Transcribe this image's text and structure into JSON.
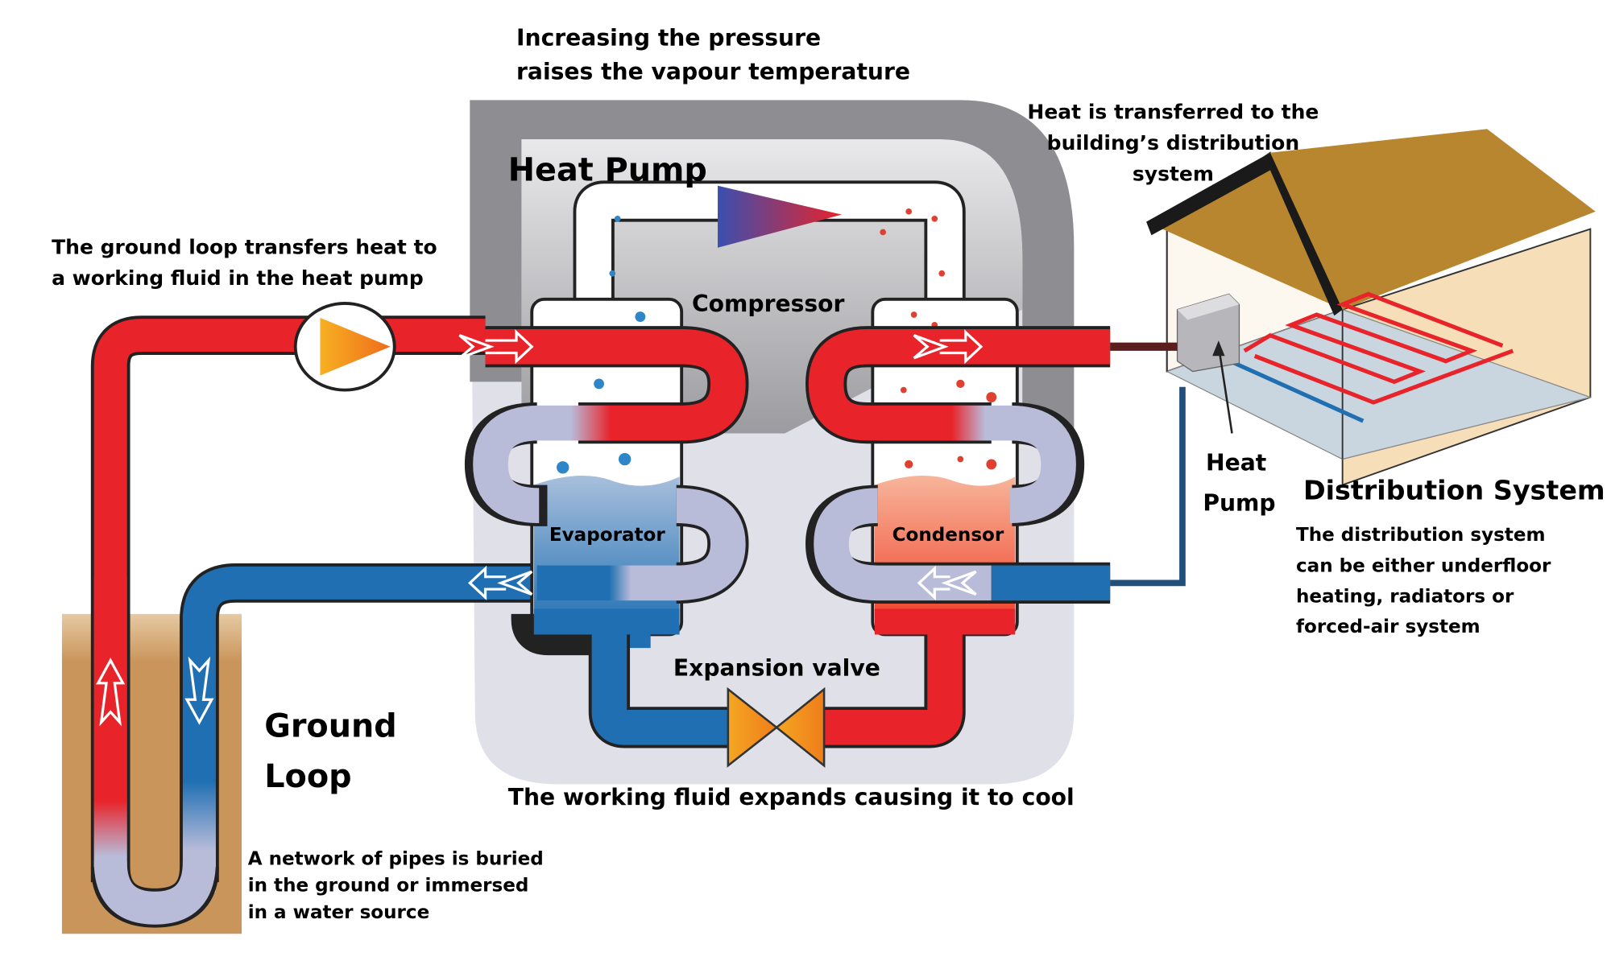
{
  "title": "Heat Pump",
  "annotations": {
    "pressure": [
      "Increasing the pressure",
      "raises the vapour temperature"
    ],
    "heat_transfer": [
      "Heat is transferred to the",
      "building’s distribution",
      "system"
    ],
    "ground_loop_transfer": [
      "The ground loop transfers heat to",
      "a working fluid in the heat pump"
    ],
    "expansion_cool": "The working fluid expands causing it to cool",
    "ground_network": [
      "A network of pipes is buried",
      "in the ground or immersed",
      "in a water source"
    ],
    "distribution_desc": [
      "The distribution system",
      "can be either underfloor",
      "heating, radiators or",
      "forced-air system"
    ]
  },
  "labels": {
    "heat_pump_title": "Heat Pump",
    "compressor": "Compressor",
    "evaporator": "Evaporator",
    "condensor": "Condensor",
    "expansion_valve": "Expansion valve",
    "ground_loop": [
      "Ground",
      "Loop"
    ],
    "house_heat_pump": [
      "Heat",
      "Pump"
    ],
    "distribution_system": "Distribution System"
  },
  "colors": {
    "hot": "#e8232a",
    "cold": "#1f6fb2",
    "neutral": "#b9bcd9",
    "casing": "#8e8e92",
    "valve": "#f39a1e",
    "soil": "#c9955a",
    "roof": "#b8862e"
  }
}
